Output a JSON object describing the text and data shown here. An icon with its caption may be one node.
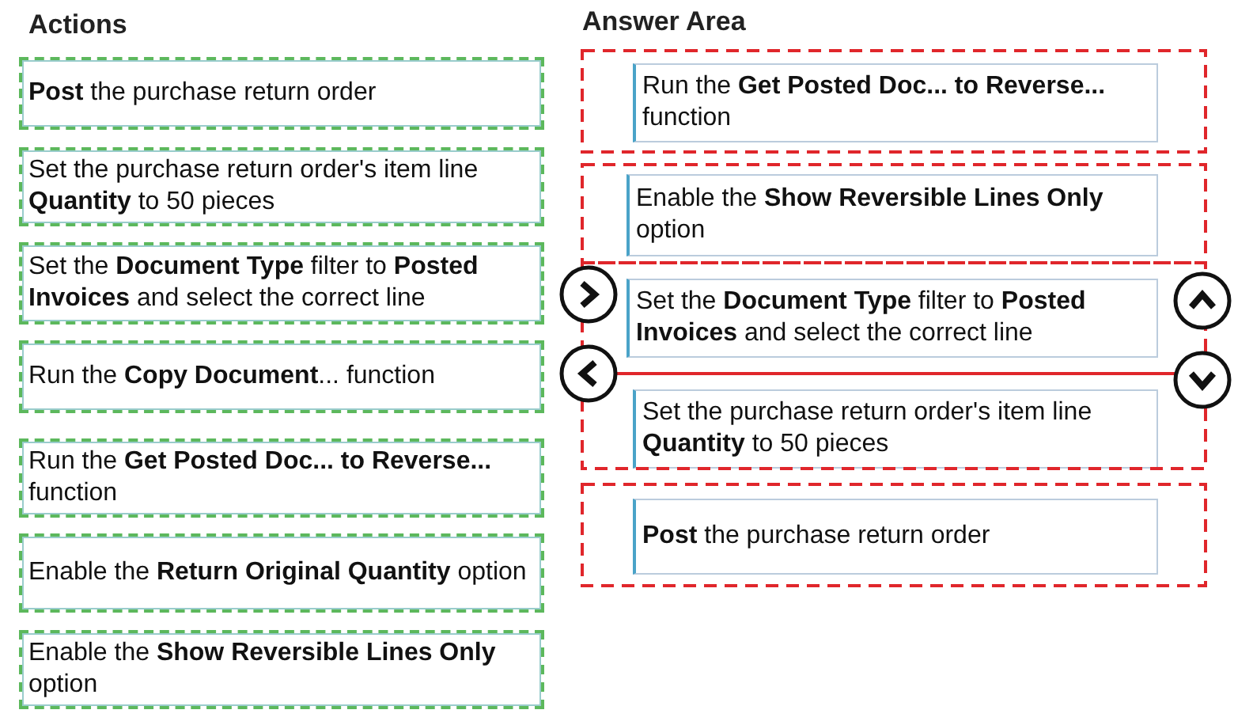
{
  "diagram": {
    "nodes": [
      {
        "text": [
          "**Post** the purchase return order"
        ]
      },
      {
        "text": [
          "Set the purchase return order's item line **Quantity** to 50 pieces"
        ]
      },
      {
        "text": [
          "Set the **Document Type** filter to **Posted Invoices** and select the correct line"
        ]
      },
      {
        "text": [
          "Run the **Copy Document**... function"
        ]
      },
      {
        "text": [
          "Run the **Get Posted Doc... to Reverse...** function"
        ]
      },
      {
        "text": [
          "Enable the **Return Original Quantity** option"
        ]
      },
      {
        "text": [
          "Enable the **Show Reversible Lines Only** option"
        ]
      },
      {
        "text": [
          "Run the **Get Posted Doc... to Reverse...** function"
        ]
      },
      {
        "text": [
          "Enable the **Show Reversible Lines Only** option"
        ]
      },
      {
        "text": [
          "Set the **Document Type** filter to **Posted Invoices** and select the correct line"
        ]
      },
      {
        "text": [
          "Set the purchase return order's item line **Quantity** to 50 pieces"
        ]
      },
      {
        "text": [
          "**Post** the purchase return order"
        ]
      }
    ],
    "edges": [],
    "labels": [
      "Actions",
      "Answer Area"
    ]
  }
}
